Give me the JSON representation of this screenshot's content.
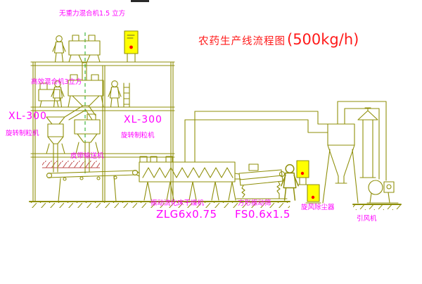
{
  "colors": {
    "bg": "#ffffff",
    "line": "#8f8f0a",
    "line2": "#b8b800",
    "label": "#ff00ff",
    "title": "#ff1a1a",
    "cabinet": "#ffff00",
    "accent-red": "#ff0000",
    "dash-green": "#00a000",
    "red-hatch": "#c05050"
  },
  "title": {
    "text": "农药生产线流程图",
    "capacity": "(500kg/h)"
  },
  "labels": {
    "mixer_top": "无重力混合机1.5 立方",
    "mixer_high": "高效混合机3立方",
    "granulator_left_model": "XL-300",
    "granulator_left_name": "旋转制粒机",
    "granulator_mid_model": "XL-300",
    "granulator_mid_name": "旋转制粒机",
    "belt_conveyor": "皮带输送机",
    "dryer_name": "振动流化床干燥机",
    "dryer_model": "ZLG6x0.75",
    "screen_name": "方形振动筛",
    "screen_model": "FS0.6x1.5",
    "cyclone": "旋风除尘器",
    "fan": "引风机"
  }
}
